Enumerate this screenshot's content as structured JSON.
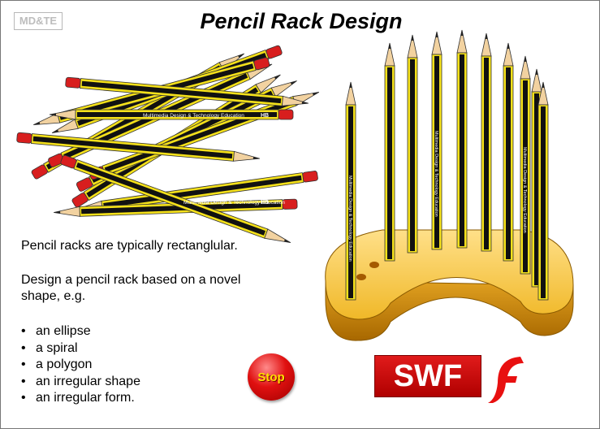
{
  "header": {
    "logo_text": "MD&TE",
    "title": "Pencil Rack Design"
  },
  "pencil_print": {
    "brand": "Multimedia Design & Technology Education",
    "grade": "HB"
  },
  "content": {
    "intro": "Pencil racks are typically rectanglular.",
    "prompt": "Design a pencil rack based on a novel shape, e.g.",
    "shapes": [
      "an ellipse",
      "a spiral",
      "a polygon",
      "an irregular shape",
      "an irregular form."
    ]
  },
  "controls": {
    "stop_label": "Stop",
    "swf_label": "SWF"
  },
  "colors": {
    "pencil_yellow": "#f5e11a",
    "pencil_black": "#111111",
    "eraser_red": "#d81e1e",
    "rack_gold": "#f0b828",
    "button_red": "#e01010",
    "stop_text": "#ffe000"
  },
  "icons": {
    "flash": "flash-logo-icon"
  }
}
